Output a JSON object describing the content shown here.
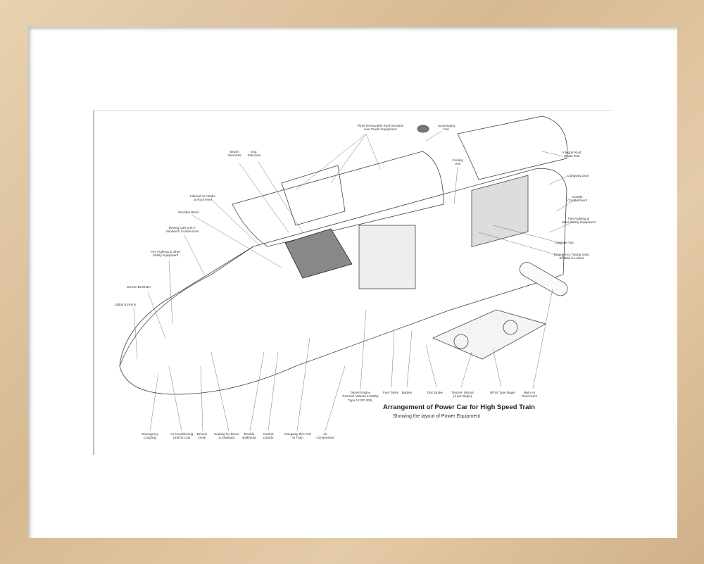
{
  "title": "Arrangement of Power Car for High Speed Train",
  "subtitle": "Showing the layout of Power Equipment",
  "labels": {
    "roof_sections": "Three Removable Roof Sections\nover Power Equipment",
    "scavenging_fan": "Scavenging\nFan",
    "integral_roof": "Integral Roof\nat Van End",
    "brush_alternator": "Brush\nAlternator",
    "eng_silencers": "Eng.\nSilencers",
    "cooling_unit": "Cooling\nUnit",
    "gangway_door": "Gangway Door",
    "filtered_air": "Filtered Air Intake\nat Roof level",
    "rectifier": "Rectifier Block",
    "guards": "Guards\nCompartment",
    "driving_cab": "Driving Cab G.R.P.\nSandwich Construction",
    "fire_right": "Fire Fighting &\nother Safety Equipment",
    "luggage": "Luggage Van",
    "fire_left": "Fire Fighting & other\nSafety Equipment",
    "towing": "Emergency Towing Gear\nStowed in Locker",
    "screen": "Screen Demister",
    "lights": "Lights & Horns",
    "coupling": "Emergency\nCoupling",
    "aircon": "Air Conditioning\nUnit for Cab",
    "desk": "Drivers\nDesk",
    "seating": "Seating for Driver\n& Assistant",
    "bulkhead": "Double\nBulkhead",
    "cubicle": "Control\nCubicle",
    "gangway": "Gangway thro' Car\nto Train",
    "compressor": "Air\nCompressor",
    "engine": "Diesel Engine\nPaxman Valenta 2,250hp\nType 12 RP 200L",
    "fuel": "Fuel Tanks",
    "battery": "Battery",
    "disc": "Disc Brake",
    "traction": "Traction Motors\n(4 per Bogie)",
    "bogie": "BP16 Type Bogie",
    "reservoirs": "Main Air\nReservoirs"
  }
}
